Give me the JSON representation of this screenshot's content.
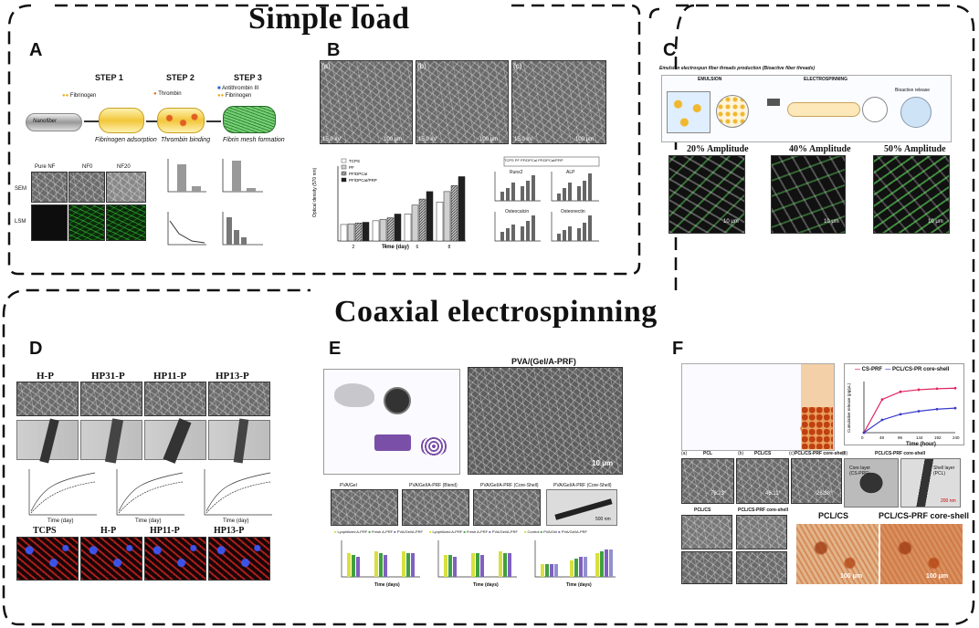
{
  "sections": {
    "top_title": "Simple load",
    "bottom_title": "Coaxial electrospinning"
  },
  "panel_labels": [
    "A",
    "B",
    "C",
    "D",
    "E",
    "F"
  ],
  "panelA": {
    "steps": [
      "STEP 1",
      "STEP 2",
      "STEP 3"
    ],
    "legend": [
      "Fibrinogen",
      "Thrombin",
      "Antithrombin III",
      "Fibrinogen"
    ],
    "start": "Nanofiber",
    "stages": [
      "Fibrinogen adsorption",
      "Thrombin binding",
      "Fibrin mesh formation"
    ],
    "image_cols": [
      "Pure NF",
      "NF0",
      "NF20"
    ],
    "image_rows": [
      "SEM",
      "LSM"
    ]
  },
  "panelB": {
    "sem_tags": [
      "(a)",
      "(b)",
      "(c)"
    ],
    "sem_footer": "15.0 kV",
    "scale": "100 μm",
    "chart_ylabel": "Optical density (570 nm)",
    "chart_xlabel": "Time (day)",
    "chart_legend": [
      "TCPS",
      "PF",
      "PF/DPCaI",
      "PF/DPCaI/PRP"
    ],
    "right_legend": [
      "TCPS",
      "PF",
      "PF/DPCaI",
      "PF/DPCaI/PRP"
    ],
    "small_titles": [
      "Runx2",
      "ALP",
      "Osteocalcin",
      "Osteonectin"
    ]
  },
  "panelC": {
    "header": "Emulsion electrospun fiber threads production (Bioactive fiber threads)",
    "sections": [
      "EMULSION",
      "ELECTROSPINNING"
    ],
    "release": "Bioactive release",
    "amplitudes": [
      "20% Amplitude",
      "40% Amplitude",
      "50% Amplitude"
    ],
    "scale": "10 μm"
  },
  "panelD": {
    "cols": [
      "H-P",
      "HP31-P",
      "HP11-P",
      "HP13-P"
    ],
    "bottom_cols": [
      "TCPS",
      "H-P",
      "HP11-P",
      "HP13-P"
    ],
    "xlabel": "Time (day)"
  },
  "panelE": {
    "title": "PVA/(Gel/A-PRF)",
    "scale": "10 μm",
    "thumb_titles": [
      "PVA/Gel",
      "PVA/Gel/A-PRF (Blend)",
      "PVA/Gel/A-PRF (Core-Shell)",
      "PVA/Gel/A-PRF (Core-Shell)"
    ],
    "legend": [
      "Lyophilized A-PRF",
      "Fresh A-PRF",
      "PVA/Gel/A-PRF"
    ],
    "legend2": [
      "Control",
      "PVA/Gel",
      "PVA/Gel/A-PRF",
      "PVA/Gel/A-PRF"
    ],
    "xlabel": "Time (days)",
    "scale2": "500 nm"
  },
  "panelF": {
    "chart_legend": [
      "CS-PRF",
      "PCL/CS-PR core-shell"
    ],
    "chart_ylabel": "Cumulative release (pg/μL)",
    "chart_xlabel": "Time (hour)",
    "sem_titles": [
      "PCL",
      "PCL/CS",
      "PCL/CS-PRF core-shell"
    ],
    "sem_tags": [
      "(a)",
      "(b)",
      "(c)",
      "(d)"
    ],
    "angles": [
      "76.23°",
      "46.11°",
      "26.38°"
    ],
    "tem_title": "PCL/CS-PRF core-shell",
    "core_label": "Core layer (CS-PRF)",
    "shell_label": "Shell layer (PCL)",
    "tem_scale": "200 nm",
    "bottom_titles": [
      "PCL/CS",
      "PCL/CS-PRF core-shell"
    ],
    "stain_titles": [
      "PCL/CS",
      "PCL/CS-PRF core-shell"
    ],
    "stain_scale": "100 μm"
  },
  "chart_data": [
    {
      "type": "bar",
      "categories": [
        "2",
        "4",
        "6",
        "8"
      ],
      "series": [
        {
          "name": "TCPS",
          "values": [
            0.22,
            0.27,
            0.36,
            0.52
          ]
        },
        {
          "name": "PF",
          "values": [
            0.23,
            0.29,
            0.48,
            0.66
          ]
        },
        {
          "name": "PF/DPCaI",
          "values": [
            0.24,
            0.31,
            0.56,
            0.74
          ]
        },
        {
          "name": "PF/DPCaI/PRP",
          "values": [
            0.25,
            0.36,
            0.66,
            0.86
          ]
        }
      ],
      "xlabel": "Time (day)",
      "ylabel": "Optical density (570 nm)",
      "ylim": [
        0,
        1.0
      ]
    },
    {
      "type": "line",
      "x": [
        0,
        48,
        96,
        144,
        192,
        240
      ],
      "series": [
        {
          "name": "CS-PRF",
          "values": [
            0,
            6.5,
            8.0,
            8.4,
            8.6,
            8.7
          ]
        },
        {
          "name": "PCL/CS-PR core-shell",
          "values": [
            0,
            2.5,
            3.6,
            4.2,
            4.6,
            4.8
          ]
        }
      ],
      "xlabel": "Time (hour)",
      "ylabel": "Cumulative release (pg/μL)",
      "ylim": [
        0,
        10
      ],
      "colors": [
        "#e0245e",
        "#3a3acc"
      ]
    }
  ]
}
